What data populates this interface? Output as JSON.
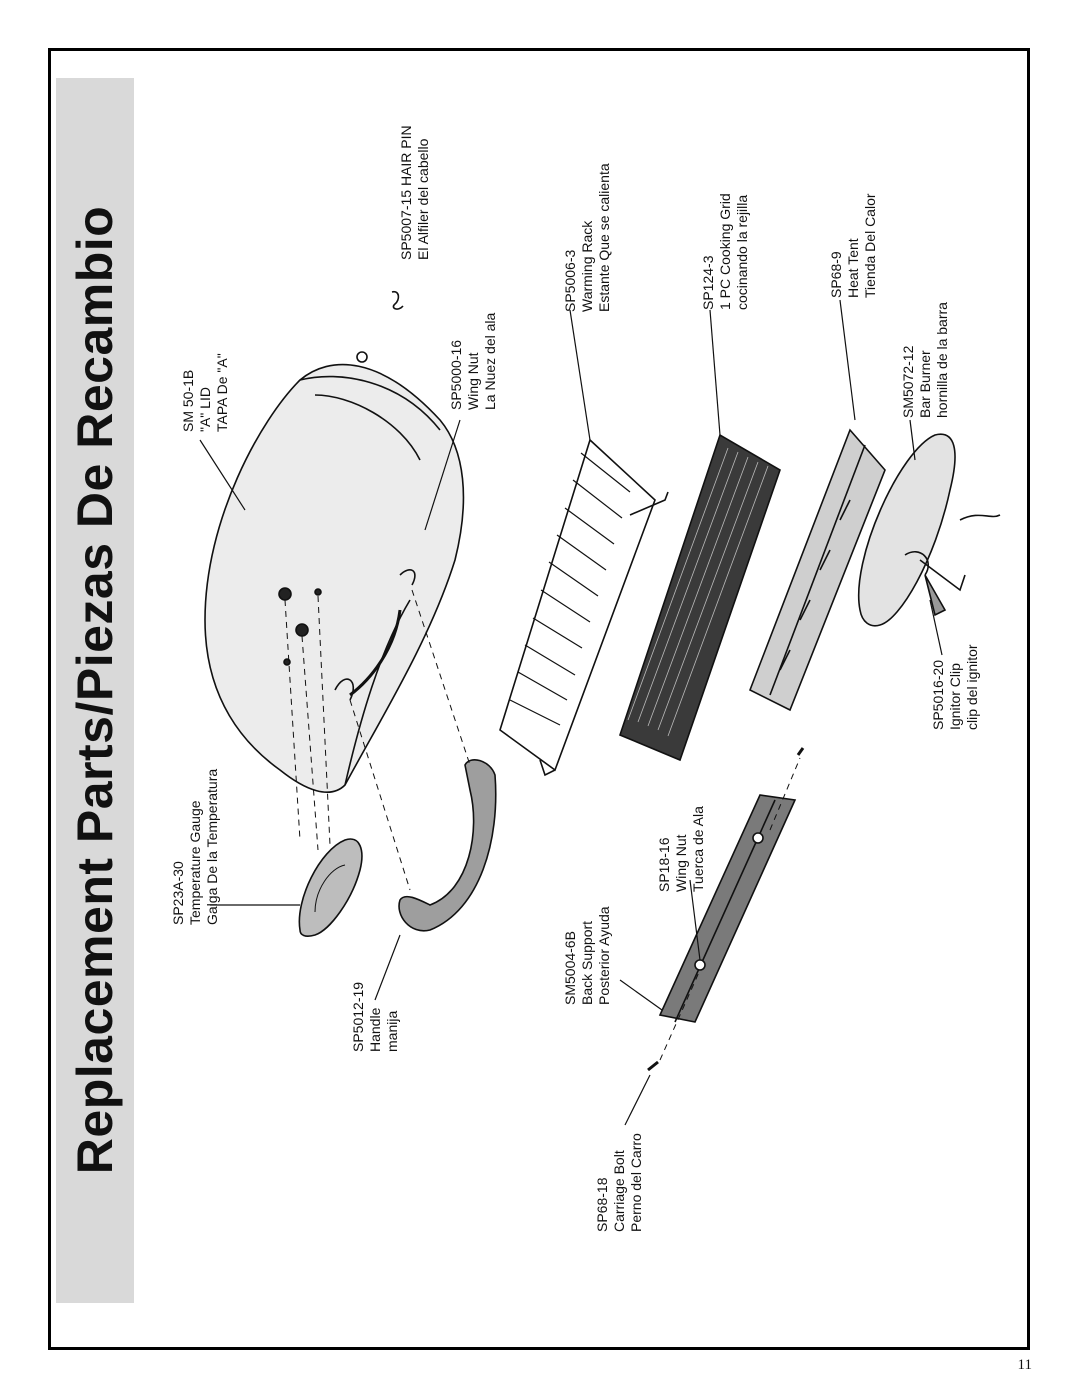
{
  "title": "Replacement Parts/Piezas De Recambio",
  "page_number": "11",
  "parts": [
    {
      "id": "lid",
      "code": "SM 50-1B",
      "en": "\"A\" LID",
      "es": "TAPA De \"A\""
    },
    {
      "id": "hair-pin",
      "code": "SP5007-15 HAIR PIN",
      "en": "El Alfiler del cabello",
      "es": ""
    },
    {
      "id": "wing-nut-lid",
      "code": "SP5000-16",
      "en": "Wing Nut",
      "es": "La Nuez del ala"
    },
    {
      "id": "warming-rack",
      "code": "SP5006-3",
      "en": "Warming Rack",
      "es": "Estante Que se calienta"
    },
    {
      "id": "cooking-grid",
      "code": "SP124-3",
      "en": "1 PC Cooking Grid",
      "es": "cocinando la rejilla"
    },
    {
      "id": "heat-tent",
      "code": "SP68-9",
      "en": "Heat Tent",
      "es": "Tienda Del Calor"
    },
    {
      "id": "bar-burner",
      "code": "SM5072-12",
      "en": "Bar Burner",
      "es": "hornilla de la barra"
    },
    {
      "id": "ignitor-clip",
      "code": "SP5016-20",
      "en": "Ignitor Clip",
      "es": "clip del ignitor"
    },
    {
      "id": "temp-gauge",
      "code": "SP23A-30",
      "en": "Temperature Gauge",
      "es": "Galga De la Temperatura"
    },
    {
      "id": "handle",
      "code": "SP5012-19",
      "en": "Handle",
      "es": "manija"
    },
    {
      "id": "wing-nut-support",
      "code": "SP18-16",
      "en": "Wing Nut",
      "es": "Tuerca de Ala"
    },
    {
      "id": "back-support",
      "code": "SM5004-6B",
      "en": "Back Support",
      "es": "Posterior Ayuda"
    },
    {
      "id": "carriage-bolt",
      "code": "SP68-18",
      "en": "Carriage Bolt",
      "es": "Perno del Carro"
    }
  ]
}
